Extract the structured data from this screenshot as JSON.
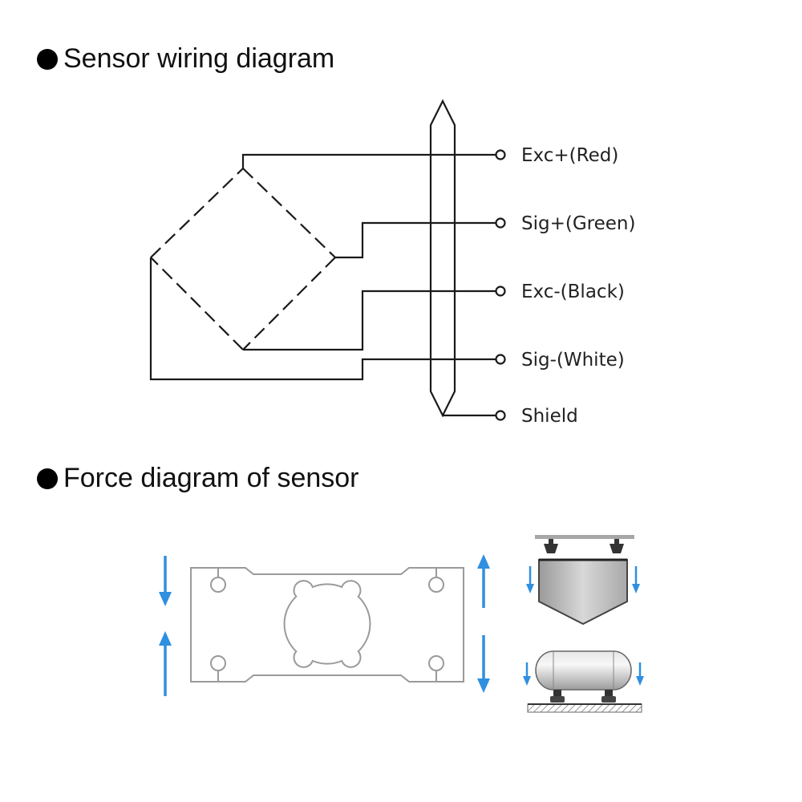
{
  "sections": {
    "wiring": {
      "title": "Sensor wiring diagram"
    },
    "force": {
      "title": "Force diagram of sensor"
    }
  },
  "wires": [
    {
      "label": "Exc+(Red)"
    },
    {
      "label": "Sig+(Green)"
    },
    {
      "label": "Exc-(Black)"
    },
    {
      "label": "Sig-(White)"
    },
    {
      "label": "Shield"
    }
  ],
  "colors": {
    "line": "#1a1a1a",
    "arrow": "#2f8fe0",
    "body": "#c9c9c9"
  },
  "icons": {
    "bullet": "black-circle-bullet",
    "arrow": "blue-force-arrow"
  }
}
